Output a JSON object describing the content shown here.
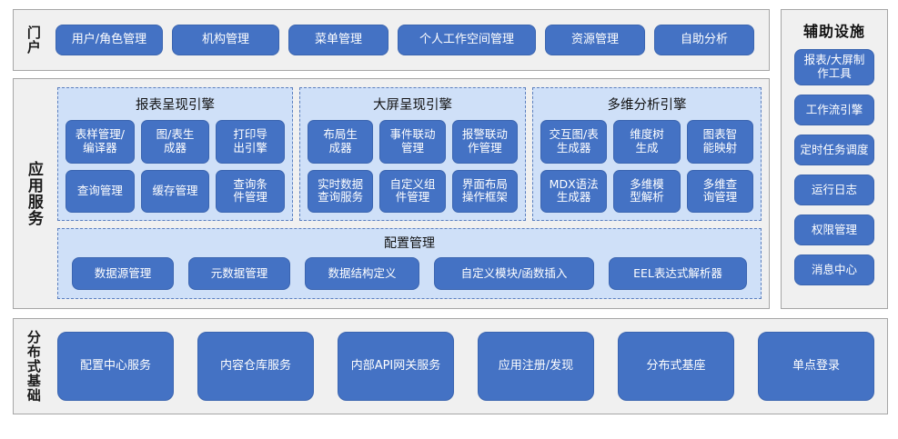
{
  "portal": {
    "label": "门户",
    "items": [
      {
        "name": "user-role-management",
        "label": "用户/角色管理",
        "width": 118
      },
      {
        "name": "organization-management",
        "label": "机构管理",
        "width": 118
      },
      {
        "name": "menu-management",
        "label": "菜单管理",
        "width": 110
      },
      {
        "name": "personal-workspace-management",
        "label": "个人工作空间管理",
        "width": 152
      },
      {
        "name": "resource-management",
        "label": "资源管理",
        "width": 110
      },
      {
        "name": "self-service-analysis",
        "label": "自助分析",
        "width": 110
      }
    ]
  },
  "aux": {
    "title": "辅助设施",
    "items": [
      {
        "name": "report-screen-authoring-tool",
        "label": "报表/大屏制\n作工具",
        "two_line": true
      },
      {
        "name": "workflow-engine",
        "label": "工作流引擎",
        "two_line": false
      },
      {
        "name": "scheduled-task-scheduler",
        "label": "定时任务调度",
        "two_line": false
      },
      {
        "name": "runtime-log",
        "label": "运行日志",
        "two_line": false
      },
      {
        "name": "permission-management",
        "label": "权限管理",
        "two_line": false
      },
      {
        "name": "message-center",
        "label": "消息中心",
        "two_line": false
      }
    ]
  },
  "app_services": {
    "label": "应用服务",
    "engines": [
      {
        "name": "report-rendering-engine",
        "title": "报表呈现引擎",
        "items": [
          {
            "name": "table-template-management-compiler",
            "label": "表样管理/\n编译器"
          },
          {
            "name": "chart-table-generator",
            "label": "图/表生\n成器"
          },
          {
            "name": "print-export-engine",
            "label": "打印导\n出引擎"
          },
          {
            "name": "query-management",
            "label": "查询管理"
          },
          {
            "name": "cache-management",
            "label": "缓存管理"
          },
          {
            "name": "query-condition-management",
            "label": "查询条\n件管理"
          }
        ]
      },
      {
        "name": "large-screen-rendering-engine",
        "title": "大屏呈现引擎",
        "items": [
          {
            "name": "layout-generator",
            "label": "布局生\n成器"
          },
          {
            "name": "event-linkage-management",
            "label": "事件联动\n管理"
          },
          {
            "name": "alarm-linkage-action-management",
            "label": "报警联动\n作管理"
          },
          {
            "name": "realtime-data-query-service",
            "label": "实时数据\n查询服务"
          },
          {
            "name": "custom-component-management",
            "label": "自定义组\n件管理"
          },
          {
            "name": "ui-layout-operation-framework",
            "label": "界面布局\n操作框架"
          }
        ]
      },
      {
        "name": "multidimensional-analysis-engine",
        "title": "多维分析引擎",
        "items": [
          {
            "name": "interactive-chart-table-generator",
            "label": "交互图/表\n生成器"
          },
          {
            "name": "dimension-tree-generation",
            "label": "维度树\n生成"
          },
          {
            "name": "chart-intelligent-mapping",
            "label": "图表智\n能映射"
          },
          {
            "name": "mdx-syntax-generator",
            "label": "MDX语法\n生成器"
          },
          {
            "name": "multidimensional-model-parsing",
            "label": "多维模\n型解析"
          },
          {
            "name": "multidimensional-query-management",
            "label": "多维查\n询管理"
          }
        ]
      }
    ],
    "config": {
      "title": "配置管理",
      "items": [
        {
          "name": "datasource-management",
          "label": "数据源管理"
        },
        {
          "name": "metadata-management",
          "label": "元数据管理"
        },
        {
          "name": "data-structure-definition",
          "label": "数据结构定义"
        },
        {
          "name": "custom-module-function-insertion",
          "label": "自定义模块/函数插入"
        },
        {
          "name": "eel-expression-parser",
          "label": "EEL表达式解析器"
        }
      ]
    }
  },
  "distributed": {
    "label": "分布式基础",
    "items": [
      {
        "name": "config-center-service",
        "label": "配置中心服务"
      },
      {
        "name": "content-repository-service",
        "label": "内容仓库服务"
      },
      {
        "name": "internal-api-gateway-service",
        "label": "内部API网关服务"
      },
      {
        "name": "application-registration-discovery",
        "label": "应用注册/发现"
      },
      {
        "name": "distributed-foundation",
        "label": "分布式基座"
      },
      {
        "name": "single-sign-on",
        "label": "单点登录"
      }
    ]
  },
  "colors": {
    "button_blue": "#4472c4",
    "panel_light_blue": "#cfe0f8",
    "layer_gray": "#f0f0f0",
    "layer_border": "#a6a6a6",
    "dashed_border": "#5b7fbf"
  }
}
